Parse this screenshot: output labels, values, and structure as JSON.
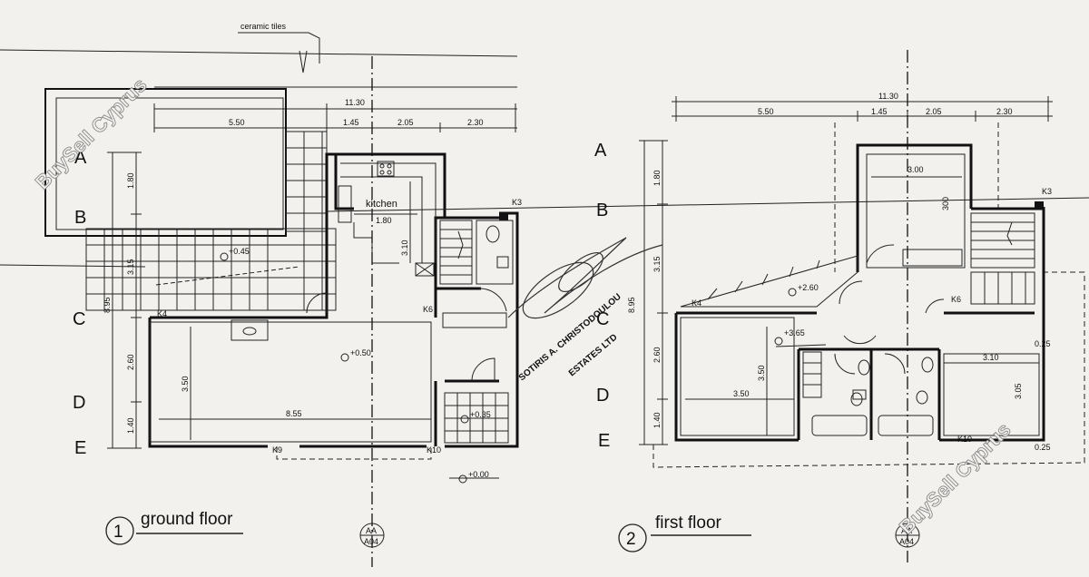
{
  "watermark": "BuySell Cyprus",
  "ground_floor": {
    "number": "1",
    "title": "ground floor",
    "note_ceramic": "ceramic tiles",
    "room_kitchen": "kitchen",
    "dims": {
      "total": "11.30",
      "d1": "5.50",
      "d2": "1.45",
      "d3": "2.05",
      "d4": "2.30",
      "v_total": "8.95",
      "v1": "1.80",
      "v2": "3.15",
      "v3": "2.60",
      "v4": "1.40",
      "kitchen_w": "1.80",
      "kitchen_h": "3.10",
      "living_h": "3.50",
      "living_w": "8.55"
    },
    "levels": {
      "terrace": "+0.45",
      "living": "+0.50",
      "entrance": "+0.35",
      "ground": "+0.00"
    },
    "marks": {
      "k3": "K3",
      "k4": "K4",
      "k6": "K6",
      "k9": "K9",
      "k10": "K10"
    }
  },
  "first_floor": {
    "number": "2",
    "title": "first floor",
    "dims": {
      "total": "11.30",
      "d1": "5.50",
      "d2": "1.45",
      "d3": "2.05",
      "d4": "2.30",
      "v_total": "8.95",
      "v1": "1.80",
      "v2": "3.15",
      "v3": "2.60",
      "v4": "1.40",
      "room_top_w": "3.00",
      "room_top_h": "300",
      "bed1_w": "3.50",
      "bed1_h": "3.50",
      "bed2_w": "3.10",
      "bed2_h": "3.05",
      "off1": "0.25",
      "off2": "0.25"
    },
    "levels": {
      "veranda": "+2.60",
      "bedroom": "+3.65"
    },
    "marks": {
      "k3": "K3",
      "k4": "K4",
      "k6": "K6",
      "k10": "K10"
    }
  },
  "grid_rows": [
    "A",
    "B",
    "C",
    "D",
    "E"
  ],
  "section_ref": {
    "label": "AA",
    "sheet": "A04"
  },
  "stamp": {
    "line1": "SOTIRIS A. CHRISTODOULOU",
    "line2": "ESTATES LTD"
  }
}
